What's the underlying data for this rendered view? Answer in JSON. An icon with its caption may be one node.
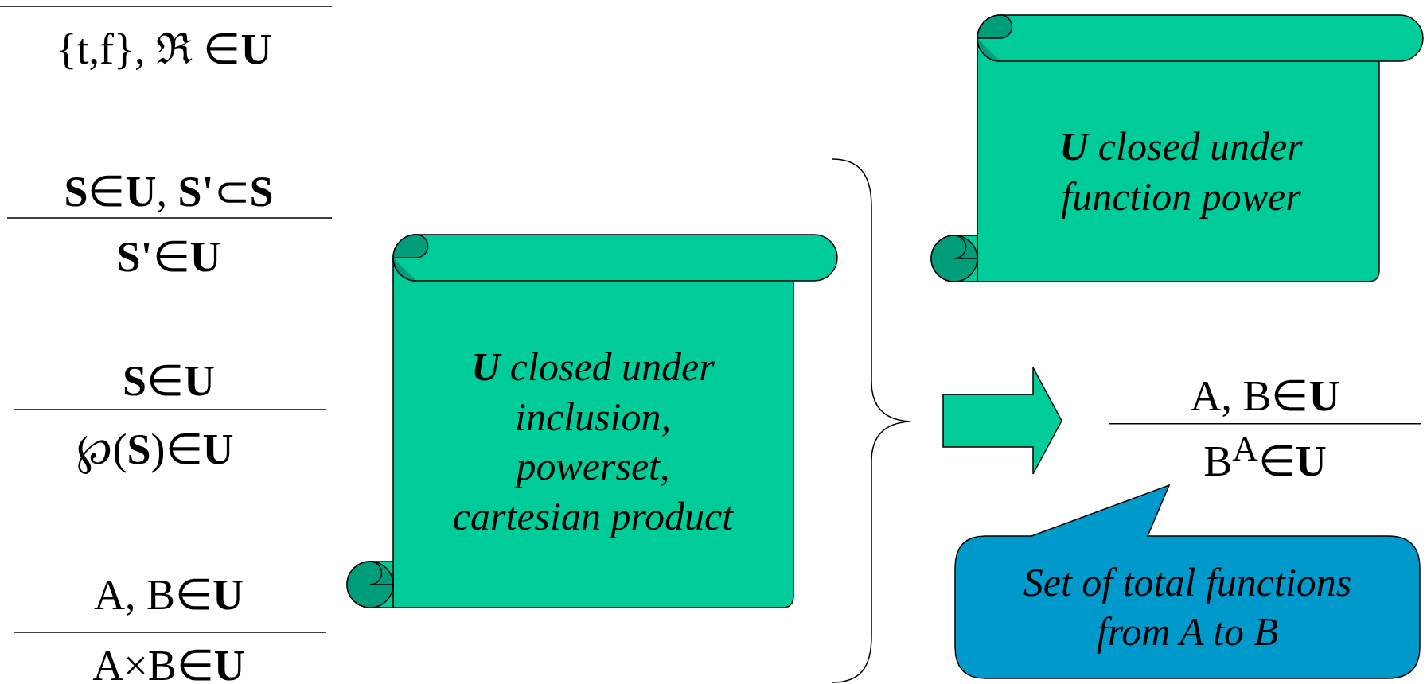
{
  "diagram": {
    "nodes": [
      {
        "text": [
          "**U** closed under inclusion, powerset, cartesian product"
        ]
      },
      {
        "text": [
          "**U** closed under function power"
        ]
      },
      {
        "text": [
          "A, B∈**U**",
          "B$^{A}$∈**U**"
        ]
      },
      {
        "text": [
          "Set of total functions from A to B"
        ]
      }
    ],
    "edges": [
      {
        "from": null,
        "to": 2,
        "arrow": "to"
      }
    ],
    "labels": [
      "{t,f}, ℜ ∈**U**",
      "**S**∈**U**, **S'**⊂**S**",
      "**S'**∈**U**",
      "**S**∈**U**",
      "℘(**S**)∈**U**",
      "A, B∈**U**",
      "A×B∈**U**"
    ]
  }
}
